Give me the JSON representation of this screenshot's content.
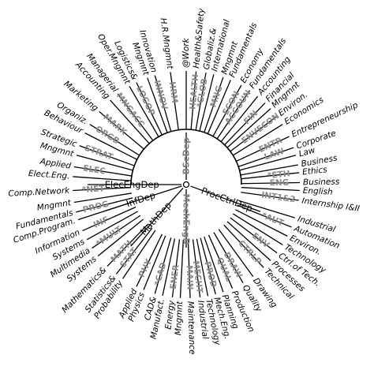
{
  "departments": [
    {
      "id": "BScDep",
      "label": "BScDep",
      "angle": -90,
      "r1": 8,
      "r2": 66,
      "cls": "depv",
      "text": "BScDep"
    },
    {
      "id": "ElecEngDep",
      "label": "ElecEngDep",
      "angle": 180,
      "cls": "dep",
      "text": "ElecEngDep"
    },
    {
      "id": "InfDep",
      "label": "InfDep",
      "angle": 162,
      "cls": "dep",
      "text": "InfDep"
    },
    {
      "id": "MathDep",
      "label": "MathDep",
      "angle": 132,
      "cls": "dep",
      "text": "MathDep"
    },
    {
      "id": "MechEngD",
      "label": "MechEngD",
      "angle": 90,
      "cls": "depv",
      "text": "MechEngD"
    },
    {
      "id": "ProcCtrlDep",
      "label": "ProcCtrlDep",
      "angle": 20,
      "cls": "dep",
      "text": "ProcCtrlDep"
    }
  ],
  "leaves": [
    {
      "code": "GLOB",
      "star": true,
      "label": "Globaliz.&",
      "angle": -80
    },
    {
      "code": "",
      "label": "International",
      "angle": -76
    },
    {
      "code": "MNG",
      "label": "Mngmnt",
      "angle": -71
    },
    {
      "code": "",
      "label": "Fundamentals",
      "angle": -67
    },
    {
      "code": "ECON",
      "label": "Economy",
      "angle": -61
    },
    {
      "code": "ACCOUN",
      "label": "Fundamentals",
      "angle": -56
    },
    {
      "code": "",
      "label": "Accounting",
      "angle": -51
    },
    {
      "code": "FIN",
      "label": "Financial",
      "angle": -46
    },
    {
      "code": "",
      "label": "Mngmnt",
      "angle": -42
    },
    {
      "code": "ENVECON",
      "label": "Environ.",
      "angle": -37
    },
    {
      "code": "",
      "label": "Economics",
      "angle": -32
    },
    {
      "code": "ENTR",
      "label": "Entrepreneurship",
      "angle": -25
    },
    {
      "code": "LAW",
      "label": "Corporate",
      "angle": -19
    },
    {
      "code": "",
      "label": "Law",
      "angle": -15
    },
    {
      "code": "",
      "label": "Business",
      "angle": -10
    },
    {
      "code": "ETH",
      "star": true,
      "label": "Ethics",
      "angle": -6
    },
    {
      "code": "ENG",
      "label": "Business",
      "angle": -1
    },
    {
      "code": "",
      "label": "English",
      "angle": 3
    },
    {
      "code": "HEALTH",
      "label": "Health&Safety",
      "angle": -85
    },
    {
      "code": "",
      "label": "@Work",
      "angle": -90
    },
    {
      "code": "HRM",
      "label": "H.R.Mngmnt",
      "angle": -98
    },
    {
      "code": "INNOV",
      "label": "Innovation",
      "angle": -106
    },
    {
      "code": "",
      "label": "Mngmnt",
      "angle": -110
    },
    {
      "code": "LOGOP",
      "label": "Logistics&",
      "angle": -116
    },
    {
      "code": "",
      "label": "Oper.Mngmnt",
      "angle": -120
    },
    {
      "code": "MNGACC",
      "label": "Managerial",
      "angle": -127
    },
    {
      "code": "",
      "label": "Accounting",
      "angle": -132
    },
    {
      "code": "MARK",
      "label": "Marketing",
      "angle": -140
    },
    {
      "code": "ORGB",
      "label": "Organiz.",
      "angle": -148
    },
    {
      "code": "",
      "label": "Behaviour",
      "angle": -153
    },
    {
      "code": "STRAT",
      "label": "Strategic",
      "angle": -160
    },
    {
      "code": "",
      "label": "Mngmnt",
      "angle": -165
    },
    {
      "code": "ELEC",
      "label": "Applied",
      "angle": -171
    },
    {
      "code": "",
      "label": "Elect.Eng.",
      "angle": -176
    },
    {
      "code": "NET",
      "star": true,
      "label": "Comp.Network",
      "angle": 177
    },
    {
      "code": "",
      "label": "Mngmnt",
      "angle": 171
    },
    {
      "code": "PROG",
      "label": "Fundamentals",
      "angle": 166
    },
    {
      "code": "",
      "label": "Comp.Program.",
      "angle": 162
    },
    {
      "code": "INF",
      "label": "Information",
      "angle": 156
    },
    {
      "code": "",
      "label": "Systems",
      "angle": 151
    },
    {
      "code": "MULT",
      "star": true,
      "label": "Multimedia",
      "angle": 146
    },
    {
      "code": "",
      "label": "Systems",
      "angle": 141
    },
    {
      "code": "MATH",
      "label": "Mathematics&",
      "angle": 134
    },
    {
      "code": "STAT",
      "label": "Statistics&",
      "angle": 128
    },
    {
      "code": "",
      "label": "Probability",
      "angle": 124
    },
    {
      "code": "PHY",
      "label": "Applied",
      "angle": 116
    },
    {
      "code": "",
      "label": "Physics",
      "angle": 112
    },
    {
      "code": "CAD",
      "star": true,
      "label": "CAD&",
      "angle": 106
    },
    {
      "code": "",
      "label": "Manufact.",
      "angle": 102
    },
    {
      "code": "ENER",
      "label": "Energy",
      "angle": 97
    },
    {
      "code": "",
      "label": "Mngmnt",
      "angle": 93
    },
    {
      "code": "MAIN",
      "label": "Maintenance",
      "angle": 88
    },
    {
      "code": "MECHT",
      "label": "Industrial",
      "angle": 83
    },
    {
      "code": "",
      "label": "Technology",
      "angle": 79
    },
    {
      "code": "PROD",
      "label": "Mech.Eng.",
      "angle": 75
    },
    {
      "code": "",
      "label": "Planning",
      "angle": 71
    },
    {
      "code": "QUAL",
      "label": "Production",
      "angle": 66
    },
    {
      "code": "DRAW",
      "label": "Quality",
      "angle": 60
    },
    {
      "code": "",
      "label": "Drawing",
      "angle": 54
    },
    {
      "code": "CTRLP",
      "label": "Technical",
      "angle": 47
    },
    {
      "code": "",
      "label": "Processes",
      "angle": 42
    },
    {
      "code": "ENV",
      "label": "Ctrl.of Tech.",
      "angle": 37
    },
    {
      "code": "",
      "label": "Technology",
      "angle": 32
    },
    {
      "code": "",
      "label": "Environ.",
      "angle": 27
    },
    {
      "code": "AUT",
      "star": true,
      "label": "Automation",
      "angle": 22
    },
    {
      "code": "",
      "label": "Industrial",
      "angle": 17
    },
    {
      "code": "INT1&2",
      "label": "Internship I&II",
      "angle": 8
    }
  ]
}
